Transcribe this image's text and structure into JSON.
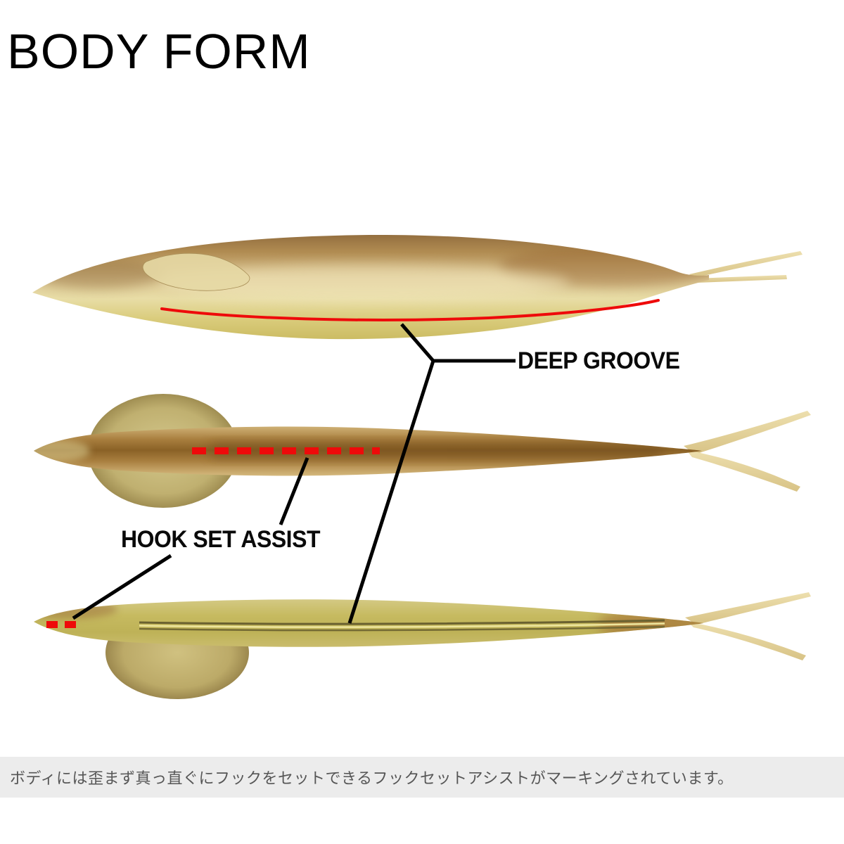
{
  "header": {
    "title": "BODY FORM"
  },
  "callouts": {
    "deep_groove": {
      "label": "DEEP GROOVE"
    },
    "hook_set_assist": {
      "label": "HOOK SET ASSIST"
    }
  },
  "footer": {
    "note": "ボディには歪まず真っ直ぐにフックをセットできるフックセットアシストがマーキングされています。"
  },
  "colors": {
    "annotation_red": "#ee0a0a",
    "callout_line_black": "#000000",
    "footer_background": "#ececec"
  }
}
